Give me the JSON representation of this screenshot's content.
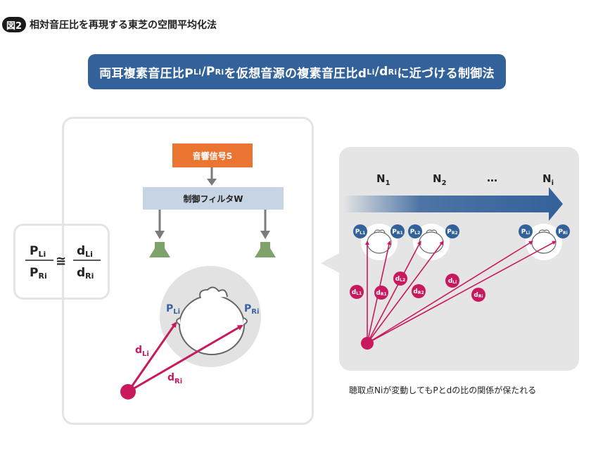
{
  "figure": {
    "badge_label": "図2",
    "title": "相対音圧比を再現する東芝の空間平均化法"
  },
  "banner": {
    "part1": "両耳複素音圧比P",
    "sub1": "Li",
    "part2": "/P",
    "sub2": "Ri",
    "part3": "を仮想音源の複素音圧比d",
    "sub3": "Li",
    "part4": "/d",
    "sub4": "Ri",
    "part5": "に近づける制御法"
  },
  "formula": {
    "num_left": "P",
    "num_left_sub": "Li",
    "den_left": "P",
    "den_left_sub": "Ri",
    "relation": "≅",
    "num_right": "d",
    "num_right_sub": "Li",
    "den_right": "d",
    "den_right_sub": "Ri"
  },
  "left_diagram": {
    "source_label": "音響信号S",
    "filter_label": "制御フィルタW",
    "p_left": "P",
    "p_left_sub": "Li",
    "p_right": "P",
    "p_right_sub": "Ri",
    "d_left": "d",
    "d_left_sub": "Li",
    "d_right": "d",
    "d_right_sub": "Ri"
  },
  "right_diagram": {
    "n1": "N",
    "n1_sub": "1",
    "n2": "N",
    "n2_sub": "2",
    "ellipsis": "…",
    "ni": "N",
    "ni_sub": "i",
    "mic_labels": [
      {
        "main": "P",
        "sub": "L1"
      },
      {
        "main": "P",
        "sub": "R1"
      },
      {
        "main": "P",
        "sub": "L2"
      },
      {
        "main": "P",
        "sub": "R2"
      },
      {
        "main": "P",
        "sub": "Li"
      },
      {
        "main": "P",
        "sub": "Ri"
      }
    ],
    "d_labels": [
      {
        "main": "d",
        "sub": "L1"
      },
      {
        "main": "d",
        "sub": "R1"
      },
      {
        "main": "d",
        "sub": "L2"
      },
      {
        "main": "d",
        "sub": "R2"
      },
      {
        "main": "d",
        "sub": "Li"
      },
      {
        "main": "d",
        "sub": "Ri"
      }
    ],
    "caption": "聴取点Niが変動してもPとdの比の関係が保たれる"
  },
  "colors": {
    "banner": "#33619a",
    "source": "#ea7431",
    "filter": "#c7d4e3",
    "speaker": "#7da36a",
    "red": "#c8195e",
    "blue": "#3a62a0"
  }
}
